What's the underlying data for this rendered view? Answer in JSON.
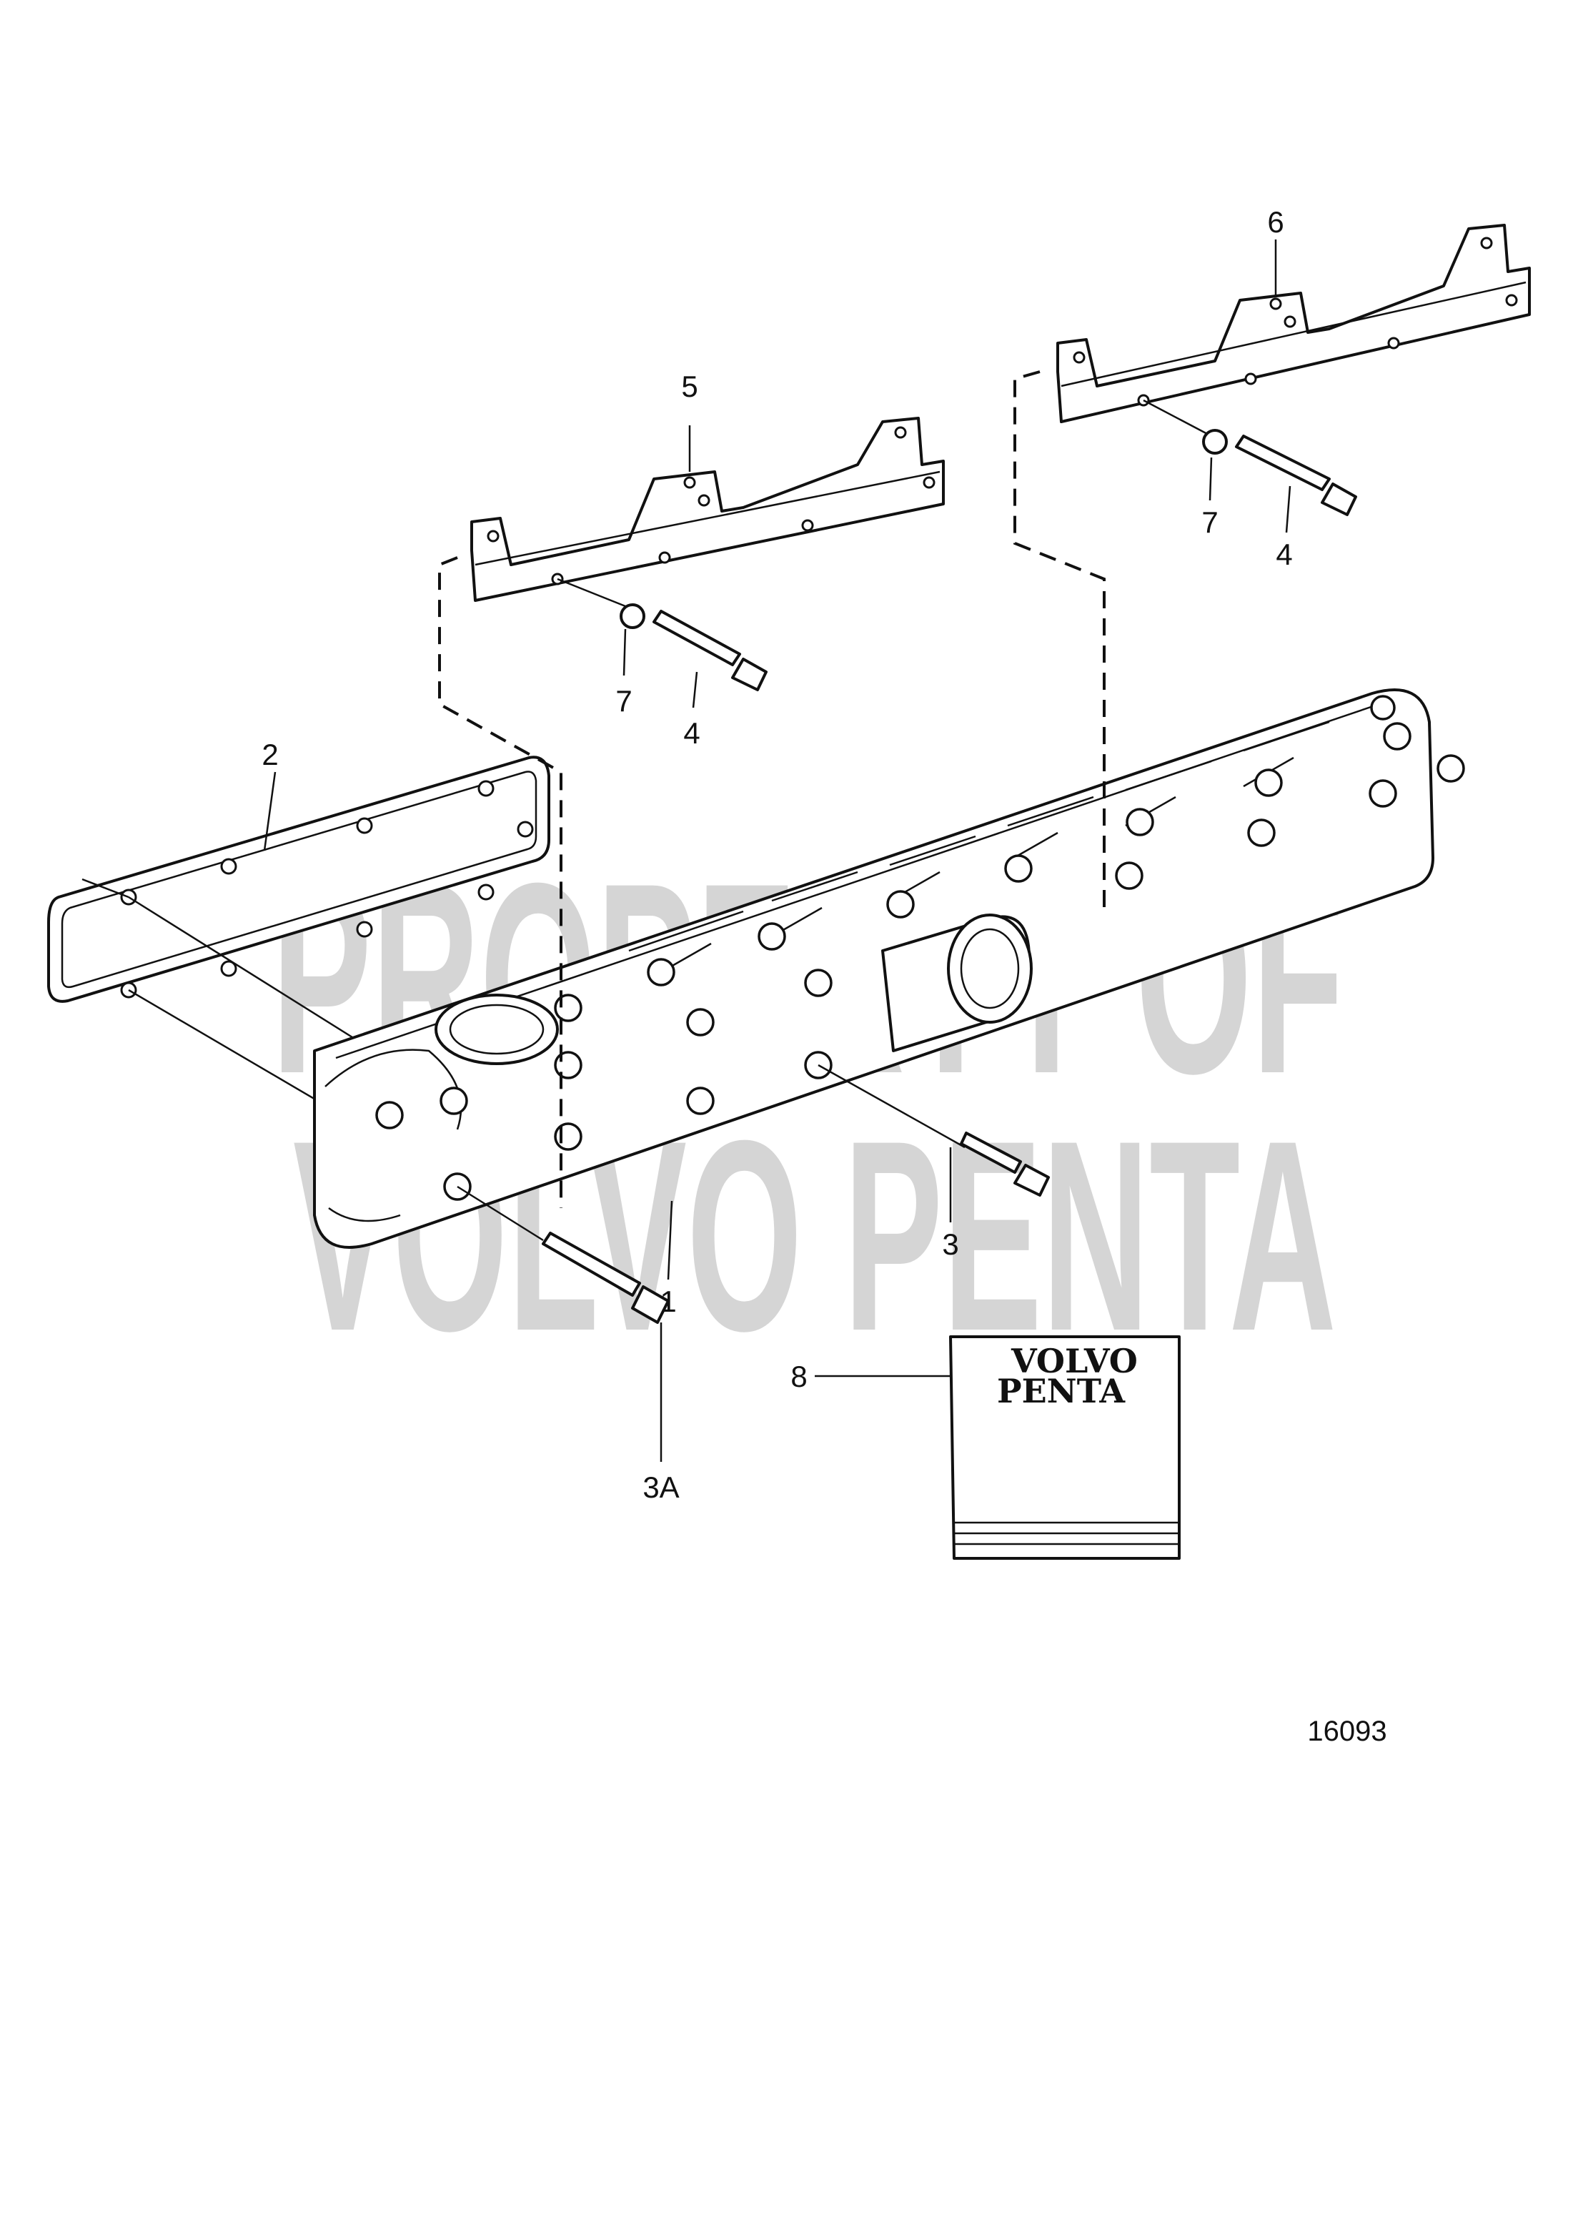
{
  "diagram": {
    "watermark": {
      "line1": "PROPERTY OF",
      "line2": "VOLVO PENTA"
    },
    "drawing_number": "16093",
    "booklet_brand": {
      "line1": "VOLVO",
      "line2": "PENTA"
    },
    "callouts": {
      "c1": "1",
      "c2": "2",
      "c3": "3",
      "c3a": "3A",
      "c4a": "4",
      "c4b": "4",
      "c5": "5",
      "c6": "6",
      "c7a": "7",
      "c7b": "7",
      "c8": "8"
    }
  }
}
